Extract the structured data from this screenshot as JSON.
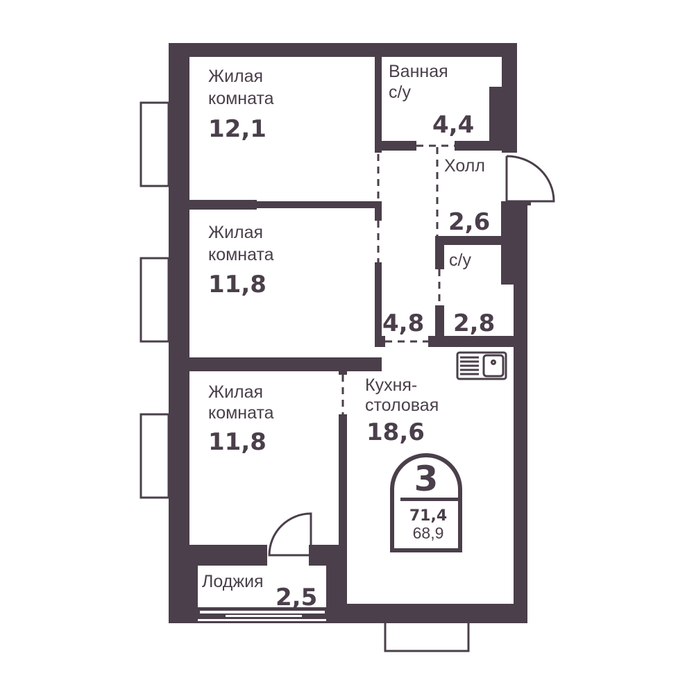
{
  "colors": {
    "wall": "#4a3f4a",
    "background": "#ffffff"
  },
  "rooms": [
    {
      "label1": "Жилая",
      "label2": "комната",
      "area": "12,1"
    },
    {
      "label1": "Жилая",
      "label2": "комната",
      "area": "11,8"
    },
    {
      "label1": "Жилая",
      "label2": "комната",
      "area": "11,8"
    },
    {
      "label1": "Ванная",
      "label2": "с/у",
      "area": "4,4"
    },
    {
      "label1": "Холл",
      "area": "2,6"
    },
    {
      "label1": "с/у",
      "area": "2,8"
    },
    {
      "area": "4,8"
    },
    {
      "label1": "Кухня-",
      "label2": "столовая",
      "area": "18,6"
    },
    {
      "label1": "Лоджия",
      "area": "2,5"
    }
  ],
  "badge": {
    "rooms_count": "3",
    "total_area": "71,4",
    "living_area": "68,9"
  },
  "icons": {
    "sink": "kitchen-sink-icon"
  }
}
